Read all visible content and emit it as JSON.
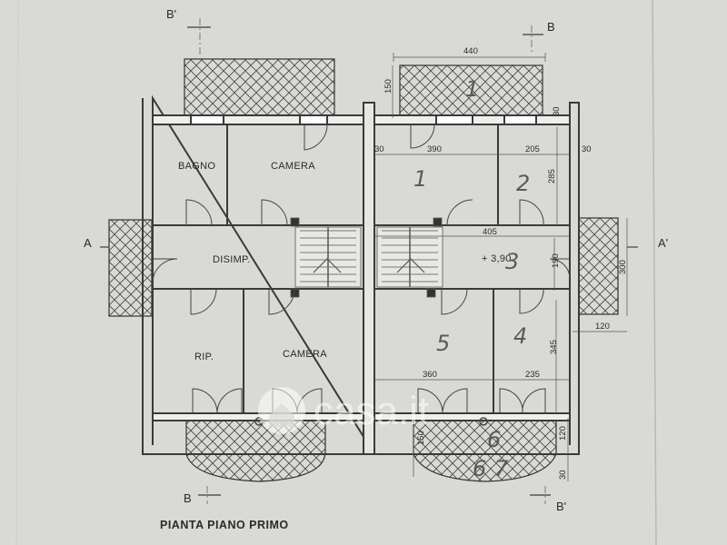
{
  "rooms": {
    "bagno": "BAGNO",
    "camera_top": "CAMERA",
    "disimp": "DISIMP.",
    "rip": "RIP.",
    "camera_bottom": "CAMERA",
    "level": "+ 3,90"
  },
  "dimensions": {
    "d440": "440",
    "d150_top": "150",
    "d30_top": "30",
    "d30_left": "30",
    "d390": "390",
    "d205": "205",
    "d30_right": "30",
    "d285": "285",
    "d405": "405",
    "d190": "190",
    "d300": "300",
    "d120_right": "120",
    "d345": "345",
    "d360": "360",
    "d235": "235",
    "d150_bottom": "150",
    "d120_bottom": "120",
    "d30_bottom": "30"
  },
  "sections": {
    "b_prime_top": "B'",
    "b_top": "B",
    "a_left": "A",
    "a_prime_right": "A'",
    "b_bottom": "B",
    "b_prime_bottom": "B'"
  },
  "handwritten": [
    "1",
    "1",
    "2",
    "3",
    "4",
    "5",
    "6",
    "6",
    "7"
  ],
  "watermark": "casa.it",
  "title": "PIANTA PIANO PRIMO",
  "colors": {
    "paper": "#d9dad6",
    "ink": "#2a2a2a",
    "wall": "#3a3a3a"
  }
}
